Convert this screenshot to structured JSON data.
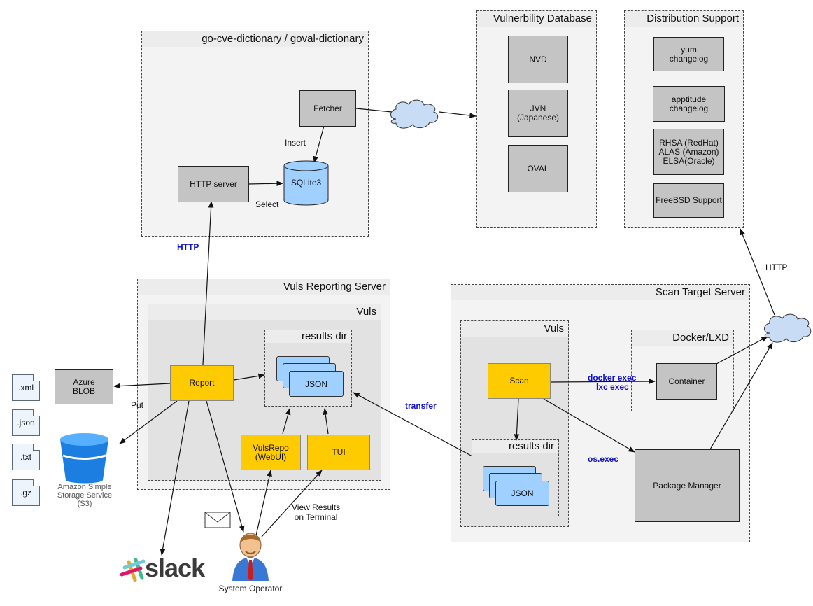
{
  "groups": {
    "go_cve": "go-cve-dictionary / goval-dictionary",
    "vuln_db": "Vulnerbility Database",
    "distro": "Distribution Support",
    "reporting": "Vuls Reporting Server",
    "reporting_vuls": "Vuls",
    "reporting_results": "results dir",
    "scan_target": "Scan Target Server",
    "scan_vuls": "Vuls",
    "scan_results": "results dir",
    "docker": "Docker/LXD"
  },
  "nodes": {
    "fetcher": "Fetcher",
    "http_server": "HTTP server",
    "sqlite": "SQLite3",
    "nvd": "NVD",
    "jvn": "JVN\n(Japanese)",
    "oval": "OVAL",
    "yum": "yum\nchangelog",
    "apptitude": "apptitude\nchangelog",
    "rhsa": "RHSA (RedHat)\nALAS (Amazon)\nELSA(Oracle)",
    "freebsd": "FreeBSD Support",
    "report": "Report",
    "json_report": "JSON",
    "vulsrepo": "VulsRepo\n(WebUI)",
    "tui": "TUI",
    "scan": "Scan",
    "json_scan": "JSON",
    "container": "Container",
    "package_manager": "Package Manager",
    "azure": "Azure\nBLOB",
    "s3": "Amazon Simple\nStorage Service\n(S3)",
    "slack": "slack",
    "operator": "System Operator"
  },
  "files": [
    ".xml",
    ".json",
    ".txt",
    ".gz"
  ],
  "edge_labels": {
    "insert": "Insert",
    "select": "Select",
    "http_left": "HTTP",
    "http_right": "HTTP",
    "put": "Put",
    "transfer": "transfer",
    "docker_exec": "docker exec",
    "lxc_exec": "lxc exec",
    "os_exec": "os.exec",
    "view_results": "View Results\non Terminal"
  },
  "colors": {
    "yellow": "#fecb00",
    "gray": "#c4c4c4",
    "blue": "#9fd0ff",
    "edge_label_blue": "#1111cc"
  }
}
